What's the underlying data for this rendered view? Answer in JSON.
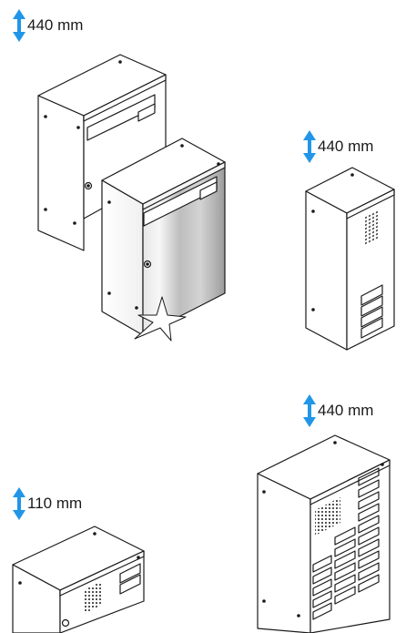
{
  "dimensions": {
    "top_left": "440 mm",
    "middle_right": "440 mm",
    "lower_right": "440 mm",
    "lower_left": "110 mm"
  },
  "colors": {
    "arrow": "#2196e8",
    "outline": "#1a1a1a",
    "steel_light": "#f2f2f2",
    "steel_dark": "#9a9a9a"
  },
  "icons": {
    "dimension_marker": "double-headed-vertical-arrow"
  }
}
